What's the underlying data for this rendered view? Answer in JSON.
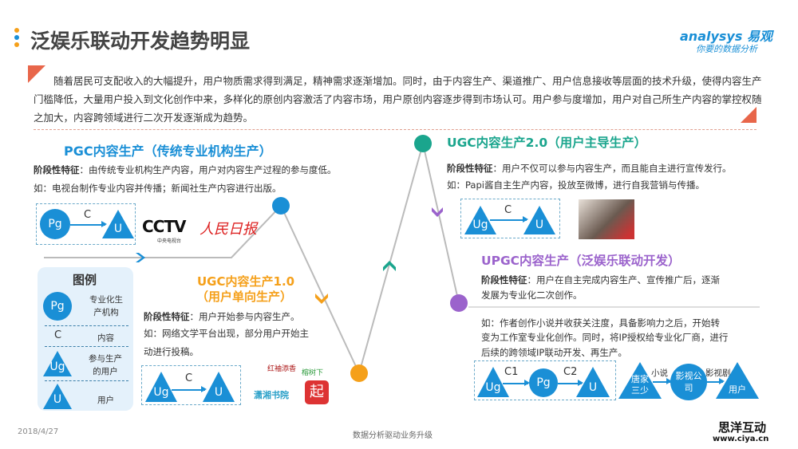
{
  "header": {
    "title": "泛娱乐联动开发趋势明显",
    "logo_brand": "analysys 易观",
    "logo_slogan": "你要的数据分析"
  },
  "intro": "随着居民可支配收入的大幅提升，用户物质需求得到满足，精神需求逐渐增加。同时，由于内容生产、渠道推广、用户信息接收等层面的技术升级，使得内容生产门槛降低，大量用户投入到文化创作中来，多样化的原创内容激活了内容市场，用户原创内容逐步得到市场认可。用户参与度增加，用户对自己所生产内容的掌控权随之加大，内容跨领域进行二次开发逐渐成为趋势。",
  "stages": {
    "pgc": {
      "title": "PGC内容生产（传统专业机构生产）",
      "feature_label": "阶段性特征",
      "feature": "：由传统专业机构生产内容，用户对内容生产过程的参与度低。",
      "example": "如：电视台制作专业内容并传播；新闻社生产内容进行出版。",
      "logos": [
        "CCTV",
        "中央电视台",
        "人民日报"
      ]
    },
    "ugc1": {
      "title1": "UGC内容生产1.0",
      "title2": "（用户单向生产）",
      "feature_label": "阶段性特征",
      "feature": "：用户开始参与内容生产。",
      "example1": "如：网络文学平台出现，部分用户开始主",
      "example2": "动进行投稿。",
      "logos": [
        "红袖添香",
        "潇湘书院",
        "榕树下",
        "起"
      ]
    },
    "ugc2": {
      "title": "UGC内容生产2.0（用户主导生产）",
      "feature_label": "阶段性特征",
      "feature": "：用户不仅可以参与内容生产，而且能自主进行宣传发行。",
      "example": "如：Papi酱自主生产内容，投放至微博，进行自我营销与传播。"
    },
    "upgc": {
      "title": "UPGC内容生产（泛娱乐联动开发）",
      "feature_label": "阶段性特征",
      "feature1": "：用户在自主完成内容生产、宣传推广后，逐渐",
      "feature2": "发展为专业化二次创作。",
      "example1": "如：作者创作小说并收获关注度，具备影响力之后，开始转",
      "example2": "变为工作室专业化创作。同时，将IP授权给专业化厂商，进行",
      "example3": "后续的跨领域IP联动开发、再生产。",
      "flow": {
        "author": "唐家三少",
        "edge1": "小说",
        "company": "影视公司",
        "edge2": "影视剧",
        "user": "用户"
      }
    }
  },
  "symbols": {
    "Pg": "Pg",
    "U": "U",
    "Ug": "Ug",
    "C": "C",
    "C1": "C1",
    "C2": "C2"
  },
  "legend": {
    "title": "图例",
    "items": [
      {
        "symbol": "Pg",
        "label": "专业化生产机构"
      },
      {
        "symbol": "C",
        "label": "内容"
      },
      {
        "symbol": "Ug",
        "label": "参与生产的用户"
      },
      {
        "symbol": "U",
        "label": "用户"
      }
    ]
  },
  "footer": {
    "date": "2018/4/27",
    "center": "数据分析驱动业务升级",
    "watermark1": "思洋互动",
    "watermark2": "www.ciya.cn"
  },
  "colors": {
    "blue": "#1a8fd6",
    "orange": "#f5a01a",
    "teal": "#1aa58d",
    "purple": "#9b63cc",
    "red": "#e8664a"
  }
}
